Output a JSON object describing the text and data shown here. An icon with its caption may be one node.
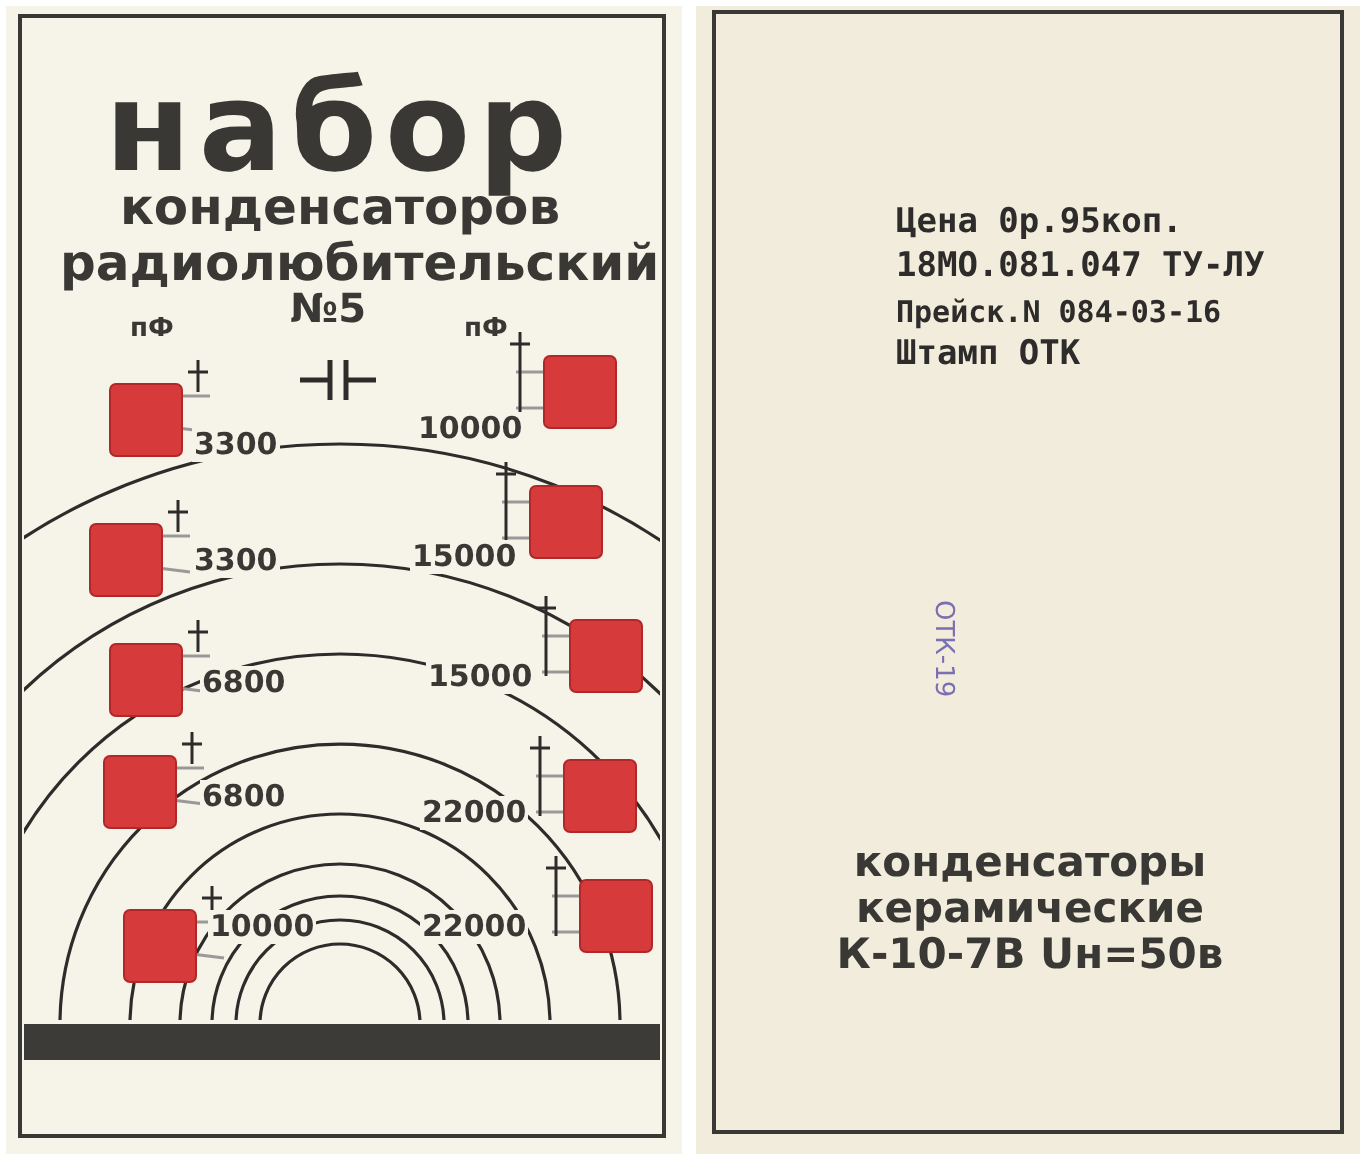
{
  "diagram": {
    "labels": [
      "набор",
      "конденсаторов радиолюбительский",
      "№5",
      "пФ",
      "пФ",
      "3300",
      "10000",
      "3300",
      "15000",
      "6800",
      "15000",
      "6800",
      "22000",
      "10000",
      "22000",
      "Цена 0р.95коп.",
      "18МО.081.047 ТУ-ЛУ",
      "Прейск.N 084-03-16",
      "Штамп ОТК",
      "ОТК-19",
      "конденсаторы керамические К-10-7В Uн=50в"
    ]
  }
}
